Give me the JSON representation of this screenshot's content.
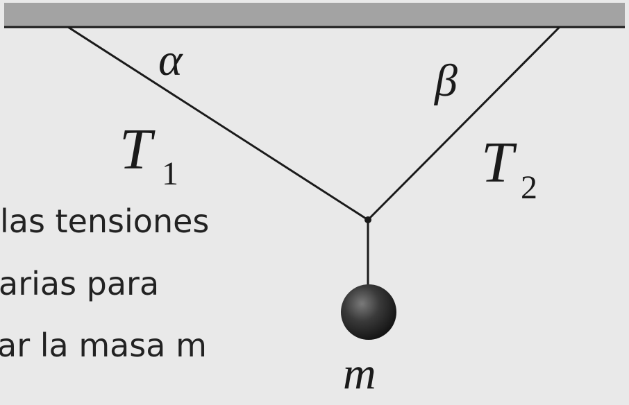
{
  "diagram": {
    "labels": {
      "angle_left": "α",
      "angle_right": "β",
      "tension_left_main": "T",
      "tension_left_sub": "1",
      "tension_right_main": "T",
      "tension_right_sub": "2",
      "mass": "m"
    },
    "caption_lines": [
      "las tensiones",
      "arias para",
      "ar la masa m"
    ],
    "colors": {
      "background": "#e9e9e9",
      "ceiling": "#a3a3a3",
      "line": "#1a1a1a",
      "mass": "#2b2b2b"
    }
  }
}
